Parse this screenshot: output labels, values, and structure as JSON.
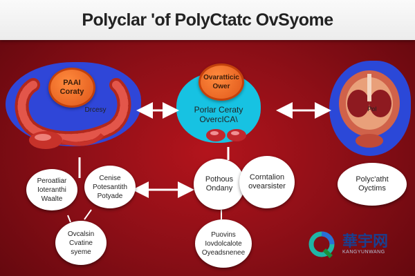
{
  "title": "Polyclar 'of PolyCtatc OvSyome",
  "left_panel": {
    "badge": "PAAI\nCoraty",
    "organ_label": "Drcesy"
  },
  "center_panel": {
    "badge": "Ovaratticic\nOwer",
    "main_text": "Porlar Ceraty\nOvercICA\\"
  },
  "right_panel": {
    "organ_label": "Pol"
  },
  "nodes": {
    "left_a": "Peroatliar\nIoteranthi\nWaalte",
    "left_b": "Cenise\nPotesantith\nPotyade",
    "left_c": "Ovcalsin\nCvatine\nsyeme",
    "center_a": "Pothous\nOndany",
    "center_b": "Corntalion\novearsister",
    "center_c": "Puovins\nIovdolcalote\nOyeadsnenee",
    "right_a": "Polyc'atht\nOyctims"
  },
  "watermark": {
    "brand": "華宇网",
    "sub": "KANGYUNWANG"
  },
  "colors": {
    "background": "#9c1219",
    "accent_blue": "#2a3fd6",
    "accent_cyan": "#18c8e6",
    "badge_orange": "#f0651f"
  }
}
